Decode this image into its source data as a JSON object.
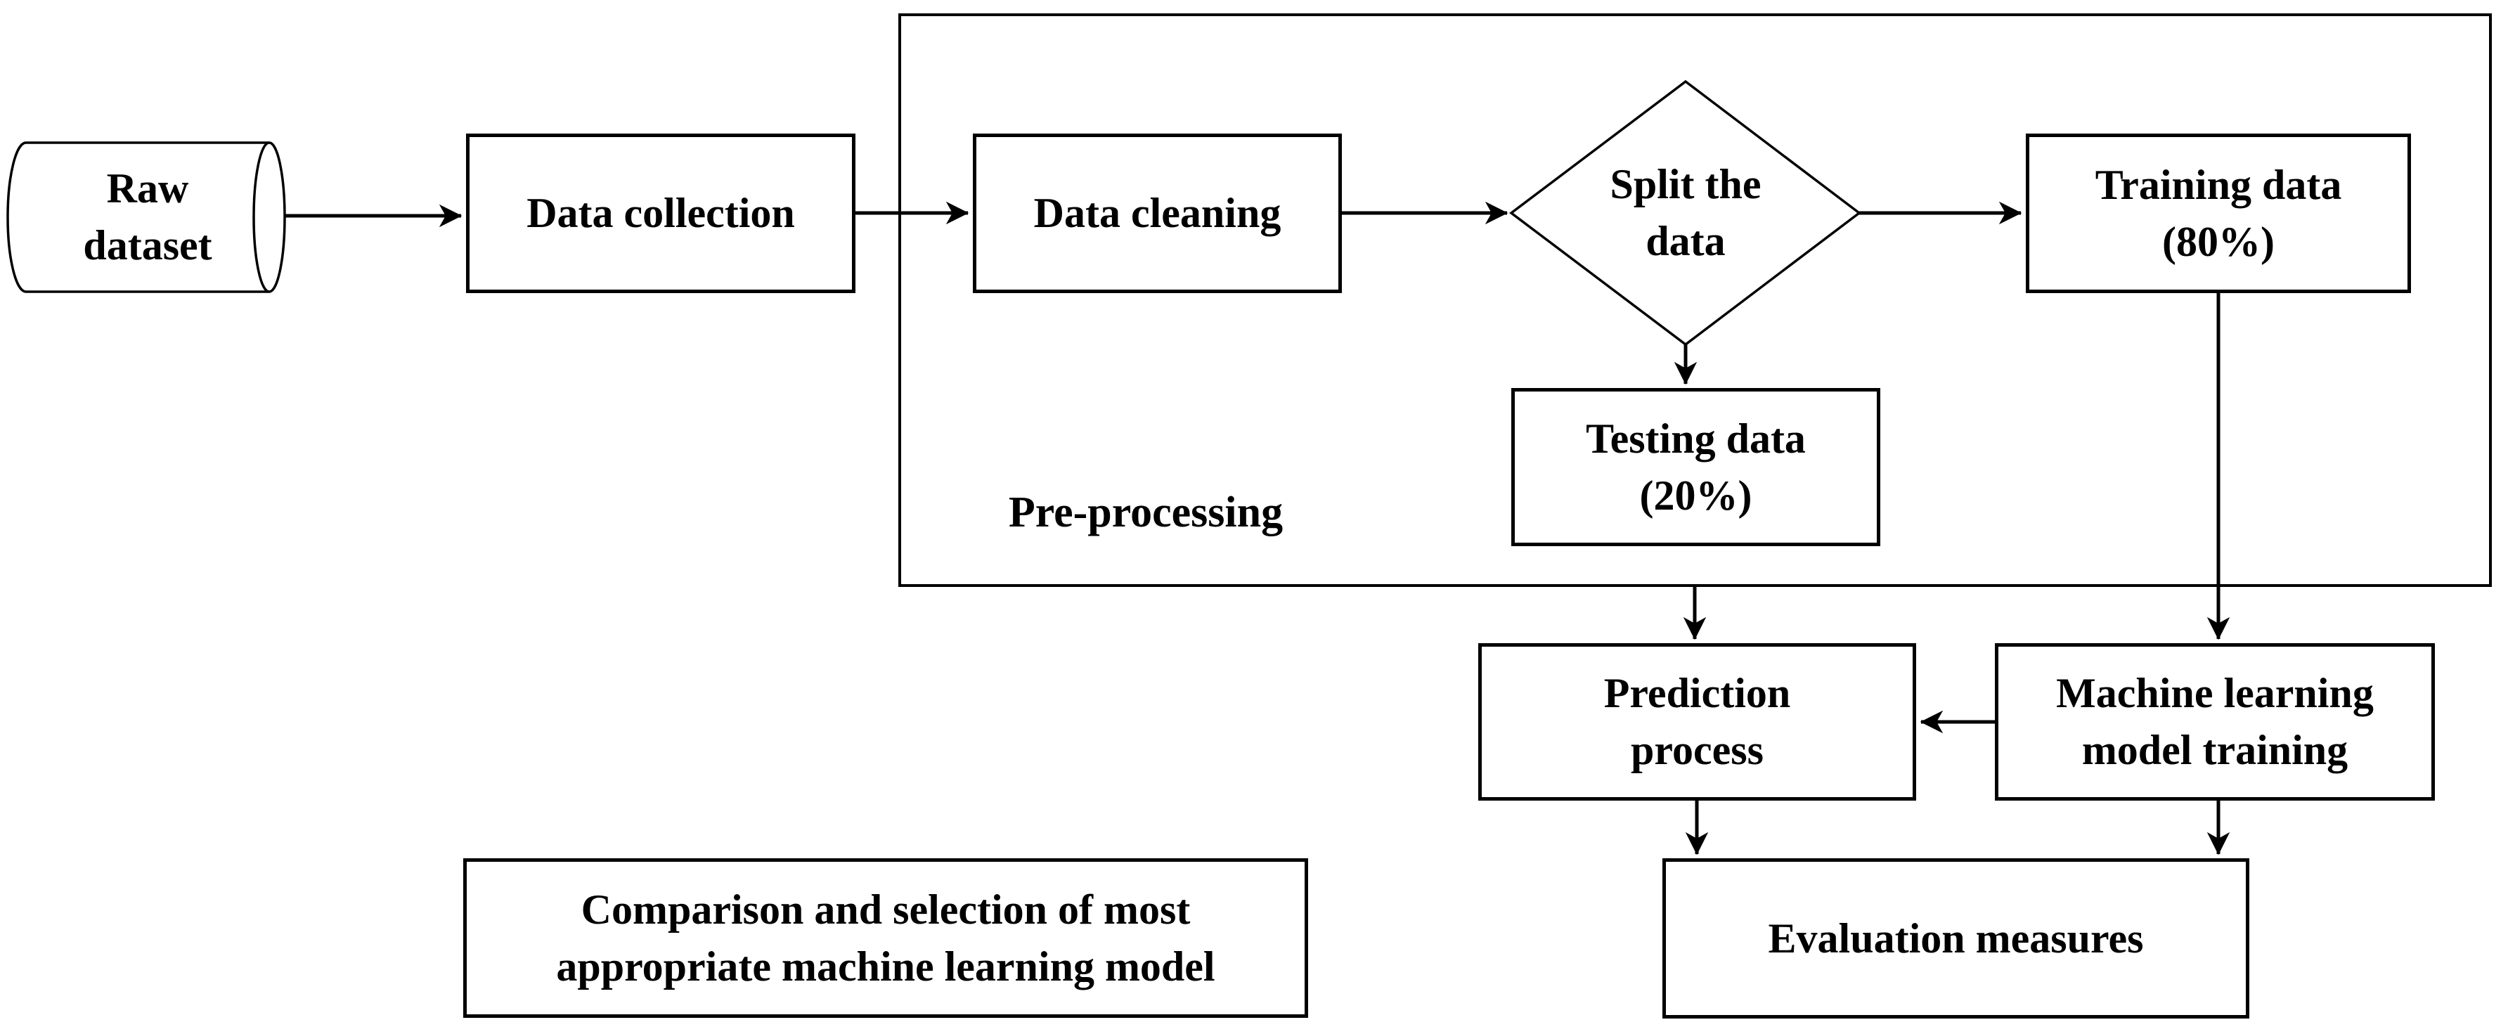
{
  "diagram": {
    "title": "Machine learning workflow flowchart",
    "colors": {
      "background": "#ffffff",
      "stroke": "#000000",
      "text": "#000000"
    },
    "nodes": {
      "raw_dataset": {
        "label": "Raw\ndataset",
        "shape": "cylinder"
      },
      "data_collection": {
        "label": "Data collection",
        "shape": "rect"
      },
      "data_cleaning": {
        "label": "Data cleaning",
        "shape": "rect"
      },
      "split_data": {
        "label": "Split the\ndata",
        "shape": "diamond"
      },
      "training_data": {
        "label": "Training data\n(80%)",
        "shape": "rect"
      },
      "testing_data": {
        "label": "Testing data\n(20%)",
        "shape": "rect"
      },
      "preprocessing_group": {
        "label": "Pre-processing",
        "shape": "group-container"
      },
      "prediction_process": {
        "label": "Prediction\nprocess",
        "shape": "rect"
      },
      "ml_model_training": {
        "label": "Machine learning\nmodel training",
        "shape": "rect"
      },
      "evaluation_measures": {
        "label": "Evaluation measures",
        "shape": "rect"
      },
      "comparison_selection": {
        "label": "Comparison and selection of most\nappropriate machine learning model",
        "shape": "rect"
      }
    },
    "edges": [
      {
        "from": "raw_dataset",
        "to": "data_collection",
        "direction": "right"
      },
      {
        "from": "data_collection",
        "to": "data_cleaning",
        "direction": "right"
      },
      {
        "from": "data_cleaning",
        "to": "split_data",
        "direction": "right"
      },
      {
        "from": "split_data",
        "to": "training_data",
        "direction": "right"
      },
      {
        "from": "split_data",
        "to": "testing_data",
        "direction": "down"
      },
      {
        "from": "preprocessing_group",
        "to": "prediction_process",
        "direction": "down"
      },
      {
        "from": "training_data",
        "to": "ml_model_training",
        "direction": "down"
      },
      {
        "from": "ml_model_training",
        "to": "prediction_process",
        "direction": "left"
      },
      {
        "from": "prediction_process",
        "to": "evaluation_measures",
        "direction": "down"
      },
      {
        "from": "ml_model_training",
        "to": "evaluation_measures",
        "direction": "down"
      }
    ]
  }
}
